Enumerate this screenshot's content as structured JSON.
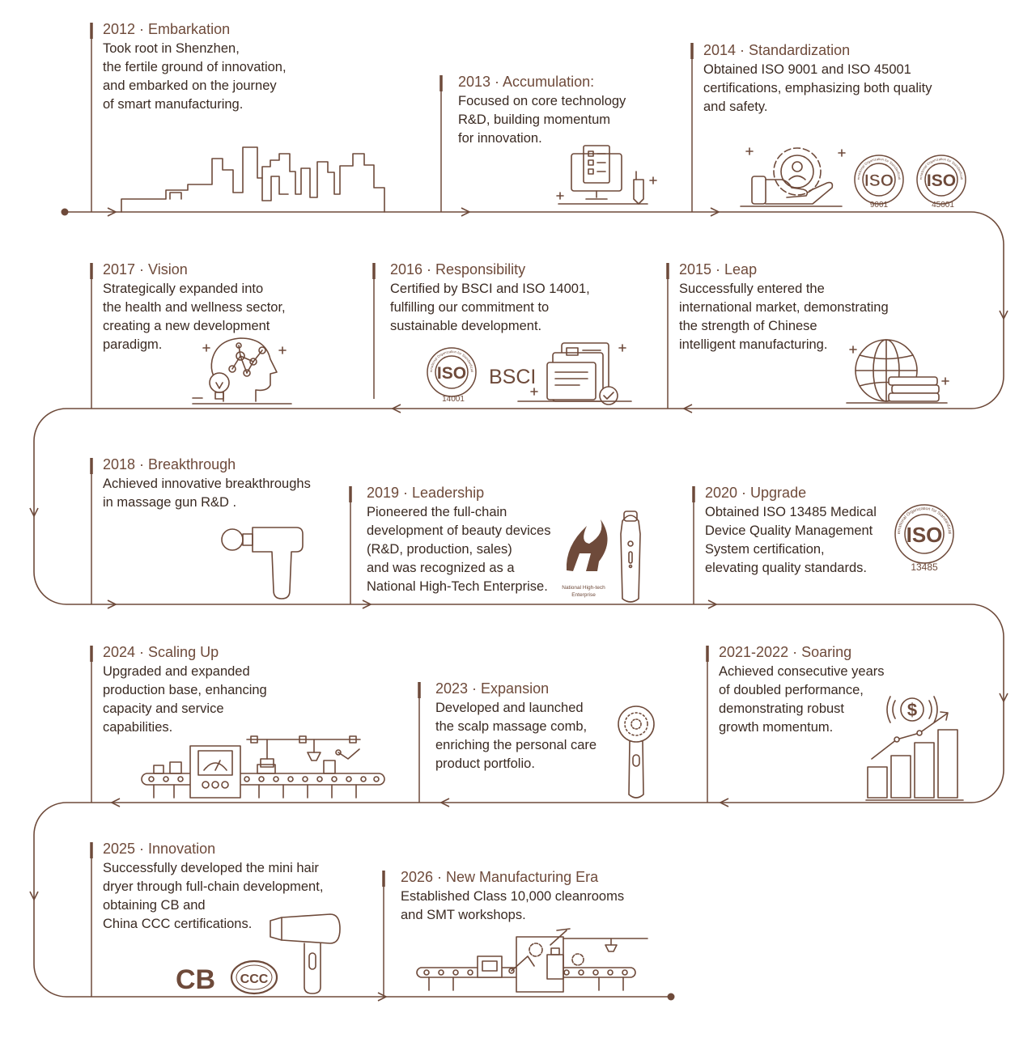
{
  "theme": {
    "accent": "#6e4a3a",
    "text": "#3a2a22",
    "background": "#ffffff"
  },
  "events": [
    {
      "id": "2012",
      "title": "2012 · Embarkation",
      "text": "Took root in Shenzhen,\nthe fertile ground of innovation,\nand embarked on the journey\nof smart manufacturing.",
      "icon": "city-skyline-icon"
    },
    {
      "id": "2013",
      "title": "2013 · Accumulation:",
      "text": " Focused on core technology\nR&D, building momentum\nfor innovation.",
      "icon": "checklist-monitor-icon"
    },
    {
      "id": "2014",
      "title": "2014 · Standardization",
      "text": "Obtained ISO 9001 and ISO 45001\ncertifications, emphasizing both quality\nand safety.",
      "icon": "gear-hand-icon"
    },
    {
      "id": "2015",
      "title": "2015 · Leap",
      "text": "Successfully entered the\ninternational market, demonstrating\nthe strength of Chinese\nintelligent manufacturing.",
      "icon": "globe-icon"
    },
    {
      "id": "2016",
      "title": "2016 · Responsibility",
      "text": "Certified by BSCI and ISO 14001,\nfulfilling our commitment to\nsustainable development.",
      "icon": "documents-check-icon"
    },
    {
      "id": "2017",
      "title": "2017 · Vision",
      "text": "Strategically expanded into\nthe health and wellness sector,\ncreating a new development\nparadigm.",
      "icon": "head-idea-icon"
    },
    {
      "id": "2018",
      "title": "2018 · Breakthrough",
      "text": "Achieved innovative breakthroughs\nin massage gun R&D .",
      "icon": "massage-gun-icon"
    },
    {
      "id": "2019",
      "title": "2019 · Leadership",
      "text": "Pioneered the full-chain\ndevelopment of beauty devices\n(R&D, production, sales)\nand was recognized as a\nNational High-Tech Enterprise.",
      "icon": "beauty-device-icon"
    },
    {
      "id": "2020",
      "title": "2020 · Upgrade",
      "text": "Obtained ISO 13485 Medical\nDevice Quality Management\nSystem certification,\nelevating quality standards.",
      "icon": "iso-seal-icon"
    },
    {
      "id": "2021",
      "title": "2021-2022 · Soaring",
      "text": "Achieved consecutive years\nof doubled performance,\ndemonstrating robust\ngrowth momentum.",
      "icon": "growth-chart-icon"
    },
    {
      "id": "2023",
      "title": "2023 · Expansion",
      "text": "Developed and launched\nthe scalp massage comb,\nenriching the personal care\nproduct portfolio.",
      "icon": "scalp-comb-icon"
    },
    {
      "id": "2024",
      "title": "2024 · Scaling Up",
      "text": "Upgraded and expanded\nproduction base, enhancing\ncapacity and service\ncapabilities.",
      "icon": "production-line-icon"
    },
    {
      "id": "2025",
      "title": "2025 · Innovation",
      "text": "Successfully developed the mini hair\ndryer through full-chain development,\nobtaining CB and\nChina CCC certifications.",
      "icon": "hair-dryer-icon"
    },
    {
      "id": "2026",
      "title": "2026 · New Manufacturing Era",
      "text": "Established Class 10,000 cleanrooms\nand SMT workshops.",
      "icon": "smt-workshop-icon"
    }
  ],
  "badges": {
    "iso": "ISO",
    "iso_org": "International Organization for Standardization",
    "iso_9001": "9001",
    "iso_45001": "45001",
    "iso_14001": "14001",
    "iso_13485": "13485",
    "bsci": "BSCI",
    "hightech": "National High-tech",
    "hightech_2": "Enterprise",
    "cb": "CB",
    "ccc": "CCC"
  }
}
